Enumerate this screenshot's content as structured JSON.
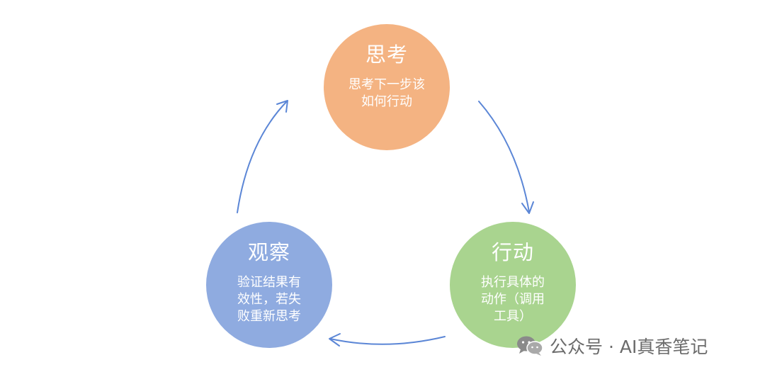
{
  "nodes": {
    "think": {
      "title": "思考",
      "desc": "思考下一步该如何行动",
      "color": "#f4b382"
    },
    "act": {
      "title": "行动",
      "desc": "执行具体的动作（调用工具）",
      "color": "#a9d48f"
    },
    "observe": {
      "title": "观察",
      "desc": "验证结果有效性，若失败重新思考",
      "color": "#8fabe0"
    }
  },
  "arrow_color": "#5b86d6",
  "watermark": {
    "icon": "wechat-icon",
    "text": "公众号 · AI真香笔记"
  }
}
